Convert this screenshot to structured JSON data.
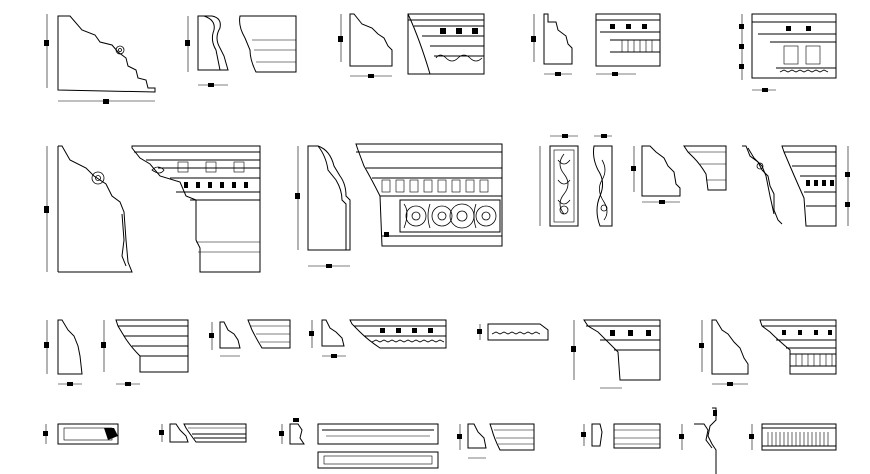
{
  "drawing": {
    "background": "#ffffff",
    "line_color": "#000000",
    "rows": [
      {
        "name": "row-1",
        "count": 5
      },
      {
        "name": "row-2",
        "count": 5
      },
      {
        "name": "row-3",
        "count": 7
      },
      {
        "name": "row-4",
        "count": 8
      }
    ]
  }
}
